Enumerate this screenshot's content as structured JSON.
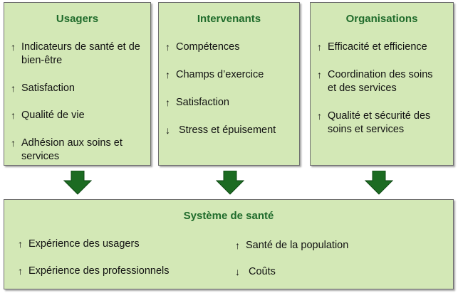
{
  "columns": [
    {
      "title": "Usagers",
      "items": [
        {
          "arrow": "up",
          "label": "Indicateurs de santé et de bien-être"
        },
        {
          "arrow": "up",
          "label": "Satisfaction"
        },
        {
          "arrow": "up",
          "label": "Qualité de vie"
        },
        {
          "arrow": "up",
          "label": "Adhésion aux soins et services"
        }
      ]
    },
    {
      "title": "Intervenants",
      "items": [
        {
          "arrow": "up",
          "label": "Compétences"
        },
        {
          "arrow": "up",
          "label": "Champs d’exercice"
        },
        {
          "arrow": "up",
          "label": "Satisfaction"
        },
        {
          "arrow": "down",
          "label": "Stress et épuisement"
        }
      ]
    },
    {
      "title": "Organisations",
      "items": [
        {
          "arrow": "up",
          "label": "Efficacité et efficience"
        },
        {
          "arrow": "up",
          "label": "Coordination des soins et des services"
        },
        {
          "arrow": "up",
          "label": "Qualité et sécurité des soins et services"
        }
      ]
    }
  ],
  "system": {
    "title": "Système de santé",
    "left_items": [
      {
        "arrow": "up",
        "label": "Expérience des usagers"
      },
      {
        "arrow": "up",
        "label": "Expérience des professionnels"
      }
    ],
    "right_items": [
      {
        "arrow": "up",
        "label": "Santé de la population"
      },
      {
        "arrow": "down",
        "label": "Coûts"
      }
    ]
  },
  "colors": {
    "box_fill": "#d3e8b6",
    "title_text": "#1f6b2b",
    "flow_arrow": "#1c6b22"
  },
  "icons": {
    "up": "↑",
    "down": "↓",
    "flow": "down-arrow-icon"
  }
}
